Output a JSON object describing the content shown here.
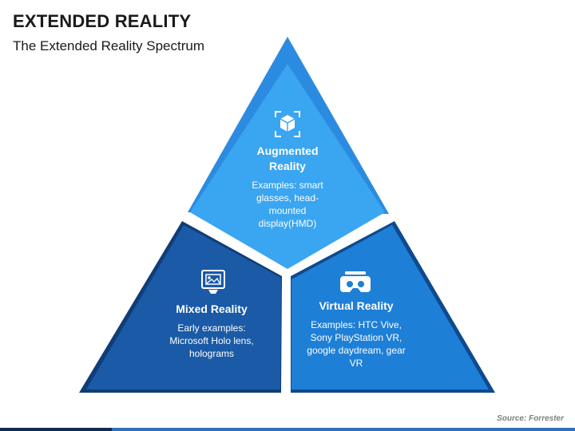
{
  "header": {
    "title": "EXTENDED REALITY",
    "subtitle": "The Extended Reality Spectrum"
  },
  "segments": {
    "augmented": {
      "title": "Augmented Reality",
      "description": "Examples: smart glasses, head-mounted display(HMD)",
      "icon": "ar-cube-icon",
      "color": "#3aa5f0"
    },
    "mixed": {
      "title": "Mixed Reality",
      "description": "Early examples: Microsoft Holo lens, holograms",
      "icon": "mixed-reality-icon",
      "color": "#1a5aa6"
    },
    "virtual": {
      "title": "Virtual Reality",
      "description": "Examples: HTC Vive, Sony PlayStation VR, google daydream, gear VR",
      "icon": "vr-headset-icon",
      "color": "#1e7fd6"
    }
  },
  "source": "Source: Forrester",
  "colors": {
    "outer_top": "#2b8be0",
    "outer_left": "#0f3d77",
    "outer_right": "#0f4a8e"
  }
}
